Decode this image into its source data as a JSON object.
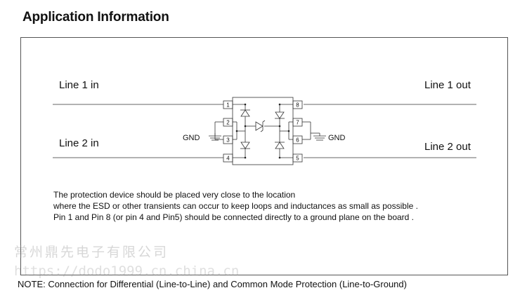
{
  "title": "Application Information",
  "labels": {
    "line1_in": "Line 1 in",
    "line1_out": "Line 1 out",
    "line2_in": "Line 2 in",
    "line2_out": "Line 2 out",
    "gnd_left": "GND",
    "gnd_right": "GND"
  },
  "pins": [
    "1",
    "2",
    "3",
    "4",
    "5",
    "6",
    "7",
    "8"
  ],
  "notes": [
    "The protection device should be placed very close to the location",
    "where the ESD or other transients can occur to keep loops and inductances as small as possible .",
    "Pin 1 and Pin 8 (or pin 4 and  Pin5) should be connected directly to a ground plane on the board ."
  ],
  "watermark": {
    "company": "常州鼎先电子有限公司",
    "url": "https://dodo1999.cn.china.cn"
  },
  "footer_note": "NOTE: Connection for Differential (Line-to-Line) and Common Mode Protection (Line-to-Ground)"
}
